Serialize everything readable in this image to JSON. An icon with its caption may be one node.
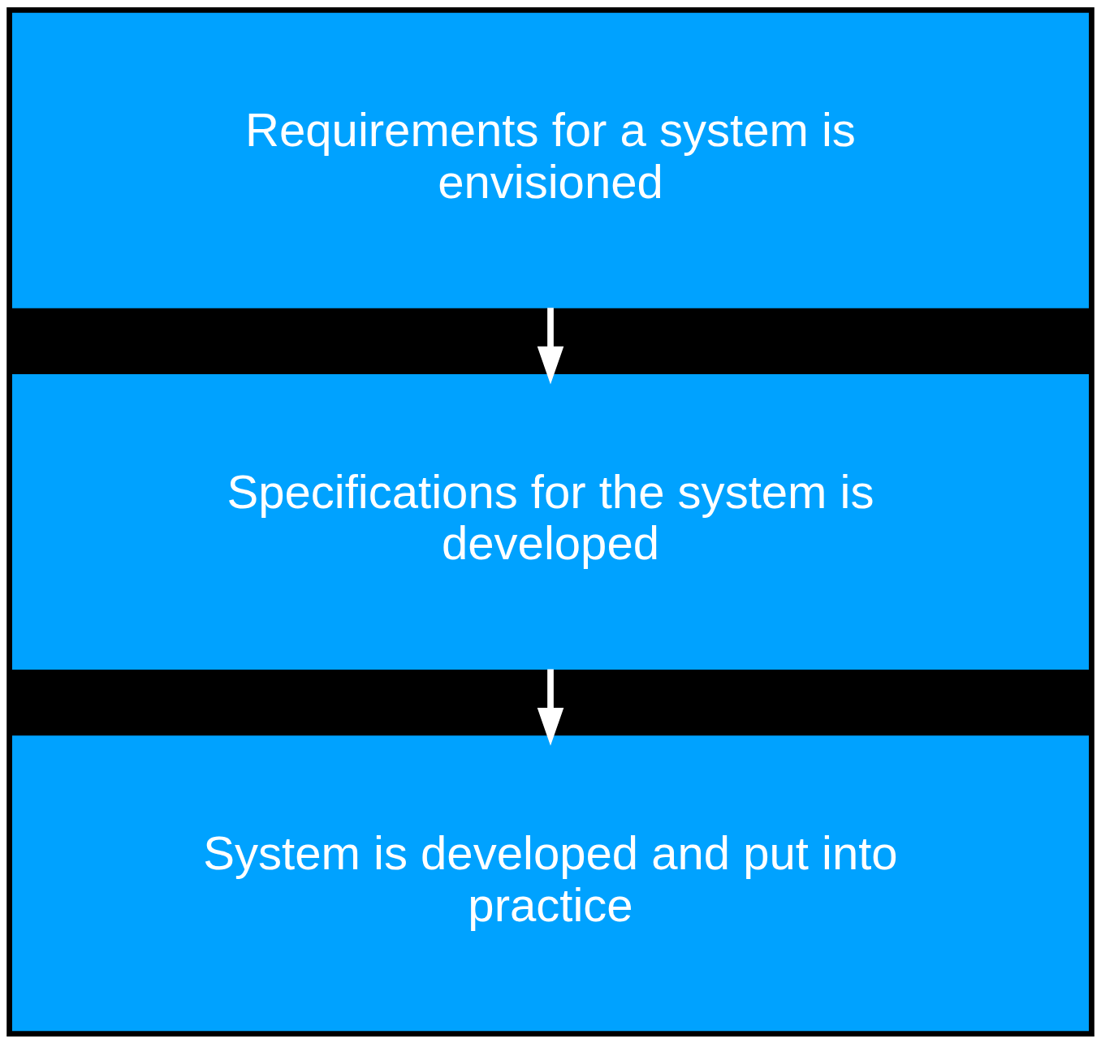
{
  "diagram": {
    "nodes": [
      {
        "text": [
          "Requirements for a system is envisioned"
        ]
      },
      {
        "text": [
          "Specifications for the system is developed"
        ]
      },
      {
        "text": [
          "System is developed and put into practice"
        ]
      }
    ],
    "edges": [
      {
        "from": 0,
        "to": 1,
        "arrow": "to"
      },
      {
        "from": 1,
        "to": 2,
        "arrow": "to"
      }
    ]
  }
}
